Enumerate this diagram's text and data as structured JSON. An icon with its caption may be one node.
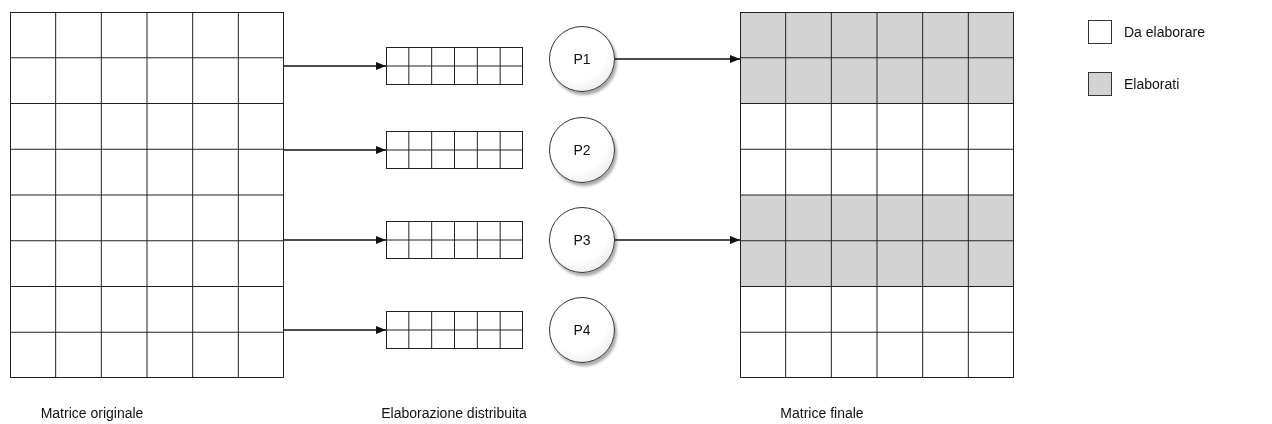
{
  "diagram": {
    "nodes": [
      {
        "text": [],
        "shape": "box",
        "beside": [
          "Matrice originale"
        ]
      },
      {
        "text": [],
        "shape": "box"
      },
      {
        "text": [],
        "shape": "box"
      },
      {
        "text": [],
        "shape": "box"
      },
      {
        "text": [],
        "shape": "box"
      },
      {
        "text": [
          "P1"
        ]
      },
      {
        "text": [
          "P2"
        ]
      },
      {
        "text": [
          "P3"
        ]
      },
      {
        "text": [
          "P4"
        ]
      },
      {
        "text": [],
        "shape": "box",
        "beside": [
          "Matrice finale"
        ]
      }
    ],
    "edges": [
      {
        "from": 0,
        "to": 1,
        "arrow": "to"
      },
      {
        "from": 0,
        "to": 2,
        "arrow": "to"
      },
      {
        "from": 0,
        "to": 3,
        "arrow": "to"
      },
      {
        "from": 0,
        "to": 4,
        "arrow": "to"
      },
      {
        "from": 5,
        "to": 9,
        "arrow": "to"
      },
      {
        "from": 7,
        "to": 9,
        "arrow": "to"
      }
    ],
    "labels": [
      "Elaborazione distribuita"
    ],
    "legend": [
      {
        "text": "Da elaborare",
        "color": "#ffffff"
      },
      {
        "text": "Elaborati",
        "color": "#d3d3d3"
      }
    ]
  }
}
